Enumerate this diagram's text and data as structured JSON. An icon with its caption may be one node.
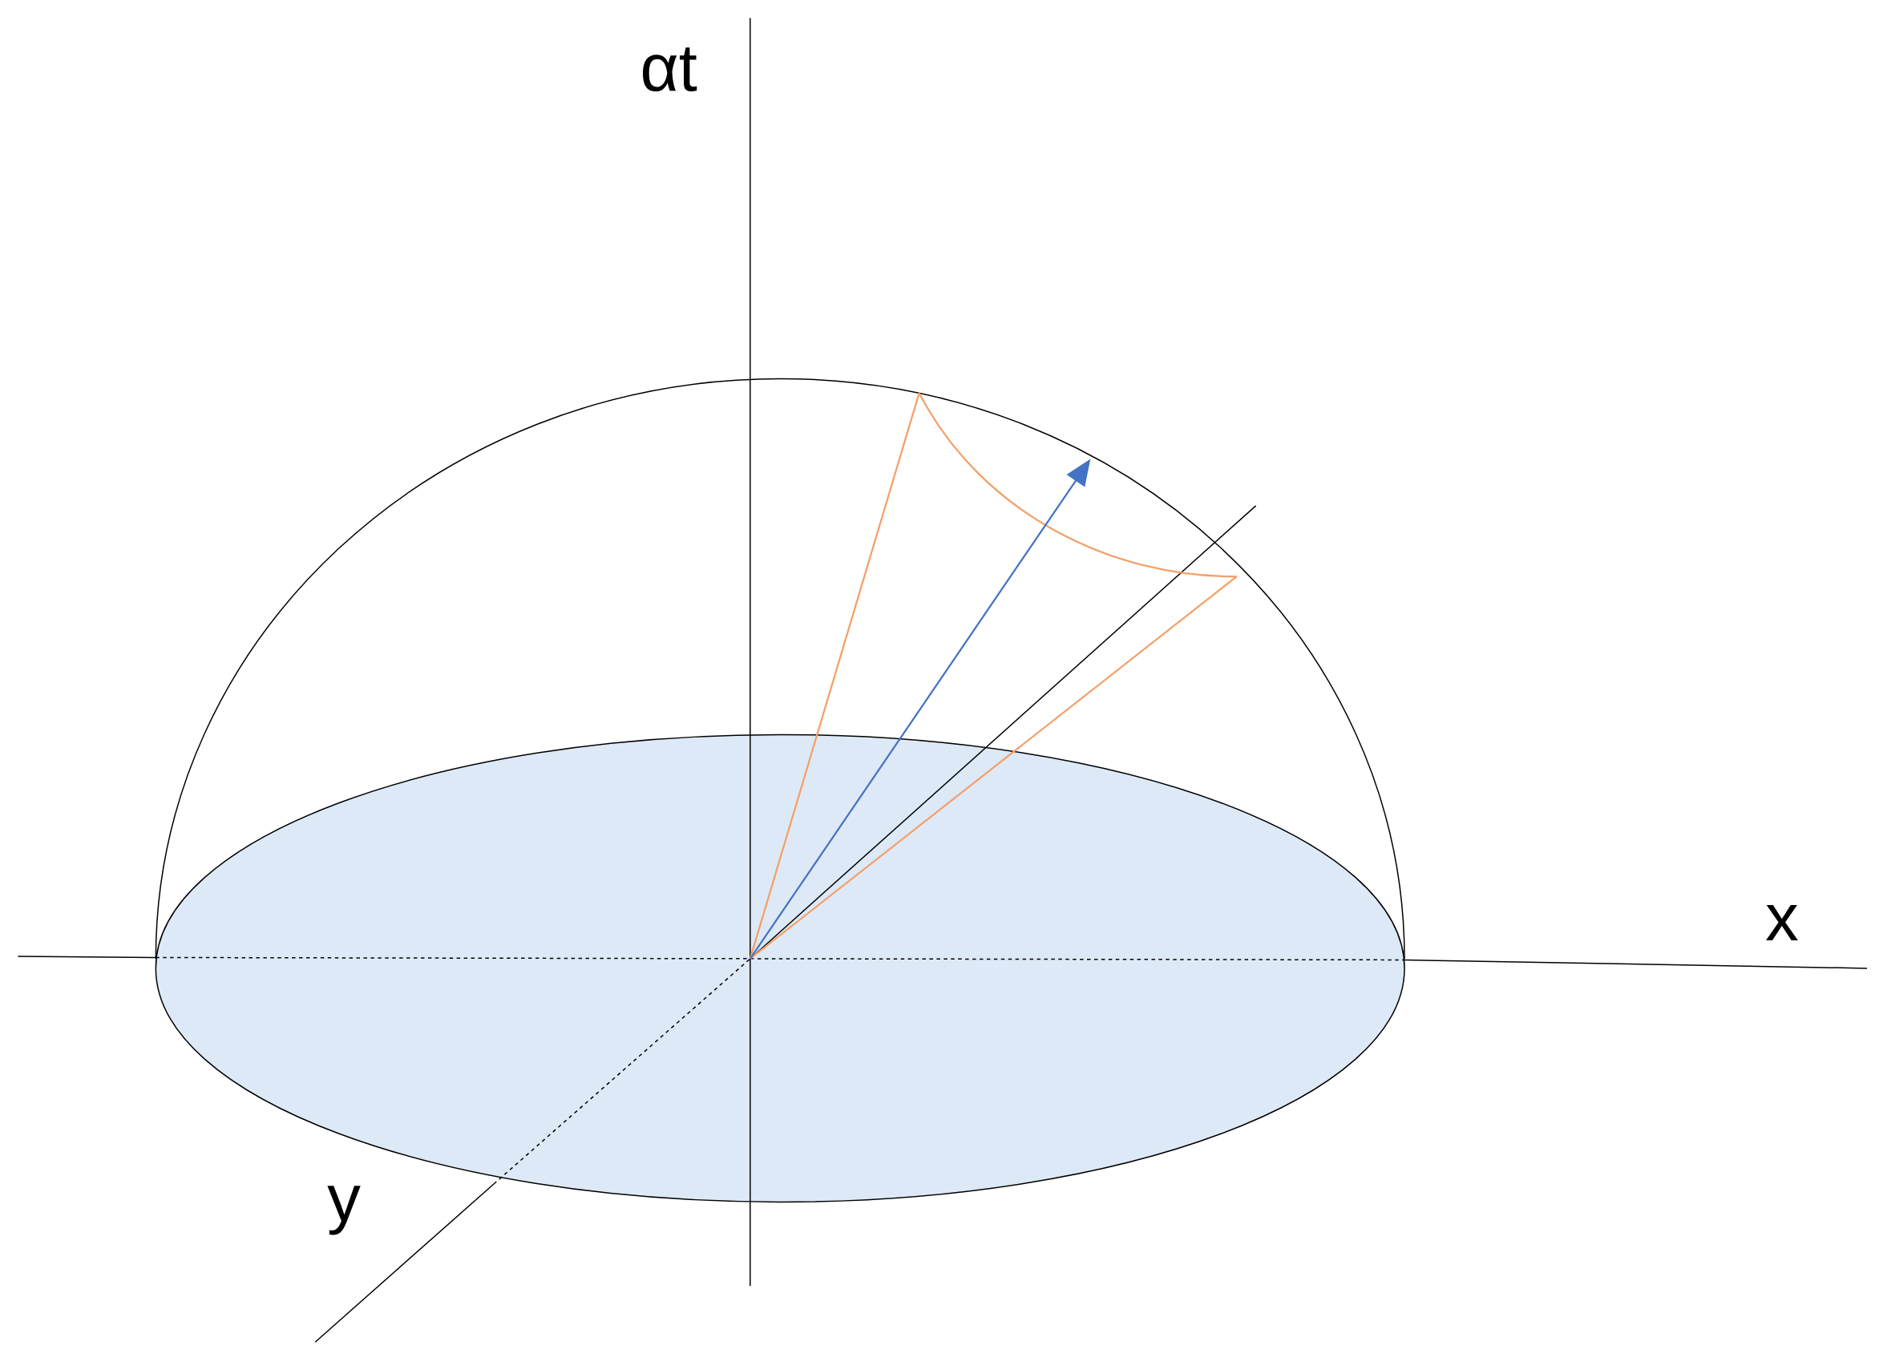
{
  "diagram": {
    "labels": [
      "αt",
      "x",
      "y"
    ]
  }
}
